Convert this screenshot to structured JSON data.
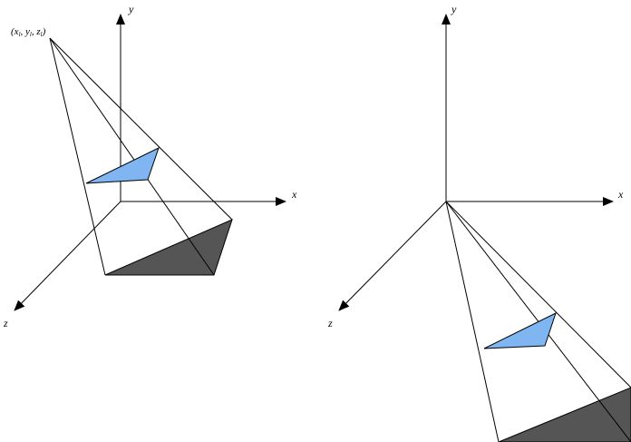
{
  "left_panel": {
    "axes": {
      "x_label": "x",
      "y_label": "y",
      "z_label": "z"
    },
    "light_point_label": {
      "open": "(",
      "x": "x",
      "y": "y",
      "z": "z",
      "sub": "l",
      "comma": ", ",
      "close": ")"
    }
  },
  "right_panel": {
    "axes": {
      "x_label": "x",
      "y_label": "y",
      "z_label": "z"
    }
  },
  "colors": {
    "triangle_fill": "#7fb6f2",
    "shadow_fill": "#555555",
    "stroke": "#000000"
  }
}
